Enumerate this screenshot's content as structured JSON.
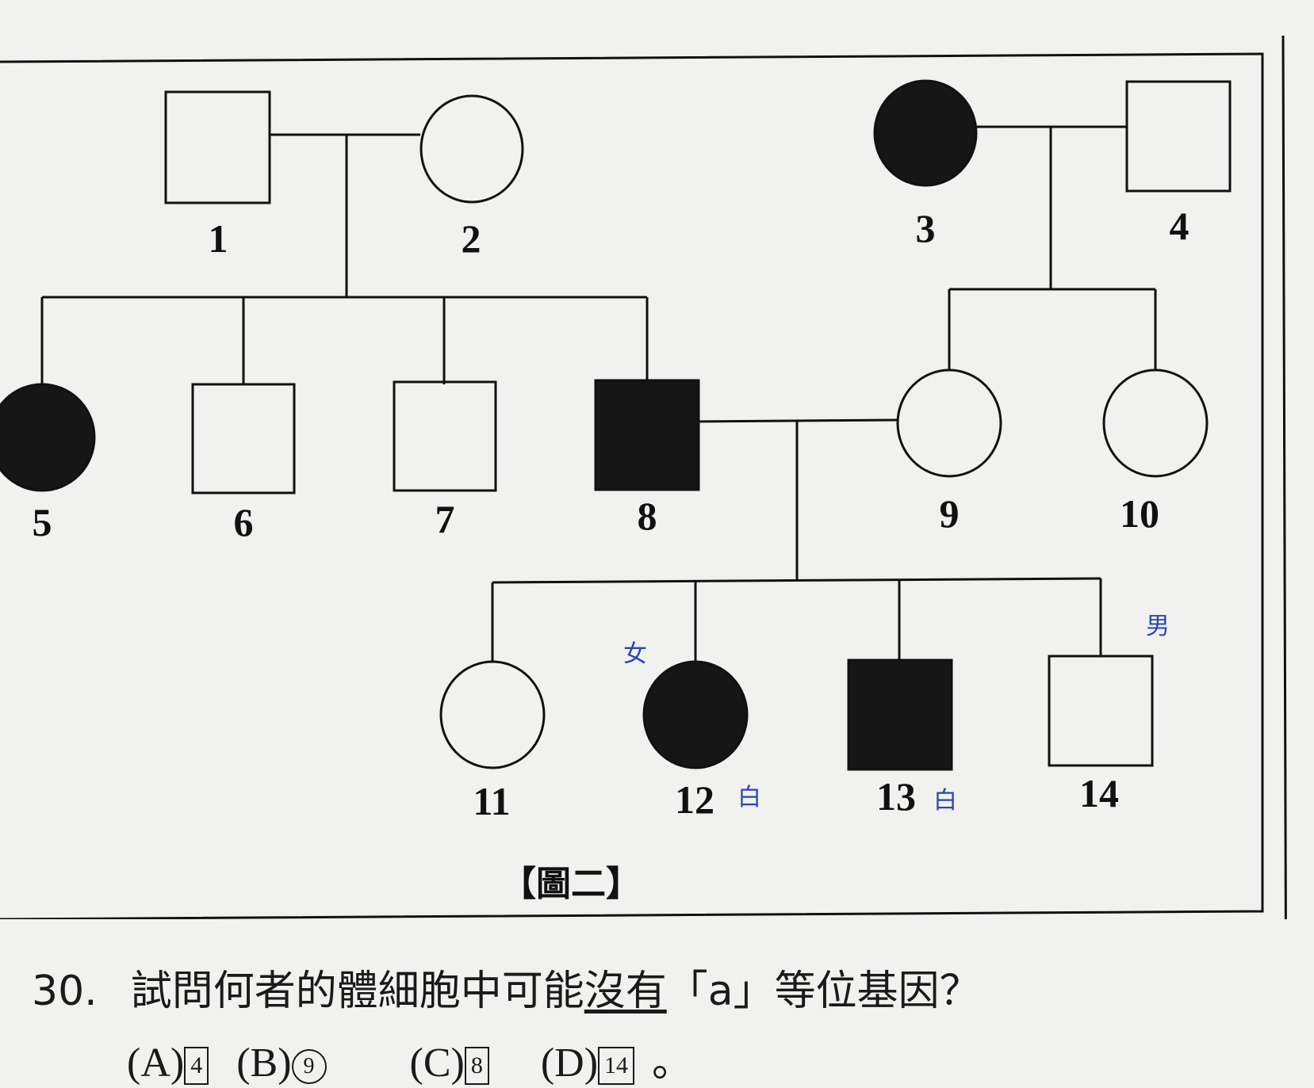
{
  "figure": {
    "caption": "【圖二】",
    "individuals": [
      {
        "id": "1",
        "sex": "male",
        "affected": false
      },
      {
        "id": "2",
        "sex": "female",
        "affected": false
      },
      {
        "id": "3",
        "sex": "female",
        "affected": true
      },
      {
        "id": "4",
        "sex": "male",
        "affected": false
      },
      {
        "id": "5",
        "sex": "female",
        "affected": true
      },
      {
        "id": "6",
        "sex": "male",
        "affected": false
      },
      {
        "id": "7",
        "sex": "male",
        "affected": false
      },
      {
        "id": "8",
        "sex": "male",
        "affected": true
      },
      {
        "id": "9",
        "sex": "female",
        "affected": false
      },
      {
        "id": "10",
        "sex": "female",
        "affected": false
      },
      {
        "id": "11",
        "sex": "female",
        "affected": false
      },
      {
        "id": "12",
        "sex": "female",
        "affected": true
      },
      {
        "id": "13",
        "sex": "male",
        "affected": true
      },
      {
        "id": "14",
        "sex": "male",
        "affected": false
      }
    ],
    "annotations": {
      "near_12_top": "女",
      "near_12_right": "白",
      "near_13_right": "白",
      "near_14_top": "男"
    }
  },
  "question": {
    "number": "30.",
    "text_before": "試問何者的體細胞中可能",
    "text_underlined": "沒有",
    "text_after": "「a」等位基因？",
    "options": [
      {
        "letter": "(A)",
        "value": "4",
        "style": "box"
      },
      {
        "letter": "(B)",
        "value": "9",
        "style": "circle"
      },
      {
        "letter": "(C)",
        "value": "8",
        "style": "box"
      },
      {
        "letter": "(D)",
        "value": "14",
        "style": "box"
      }
    ],
    "end_mark": "。"
  },
  "colors": {
    "ink": "#111111",
    "paper": "#f1f1ef",
    "pen": "#2b45b5"
  }
}
